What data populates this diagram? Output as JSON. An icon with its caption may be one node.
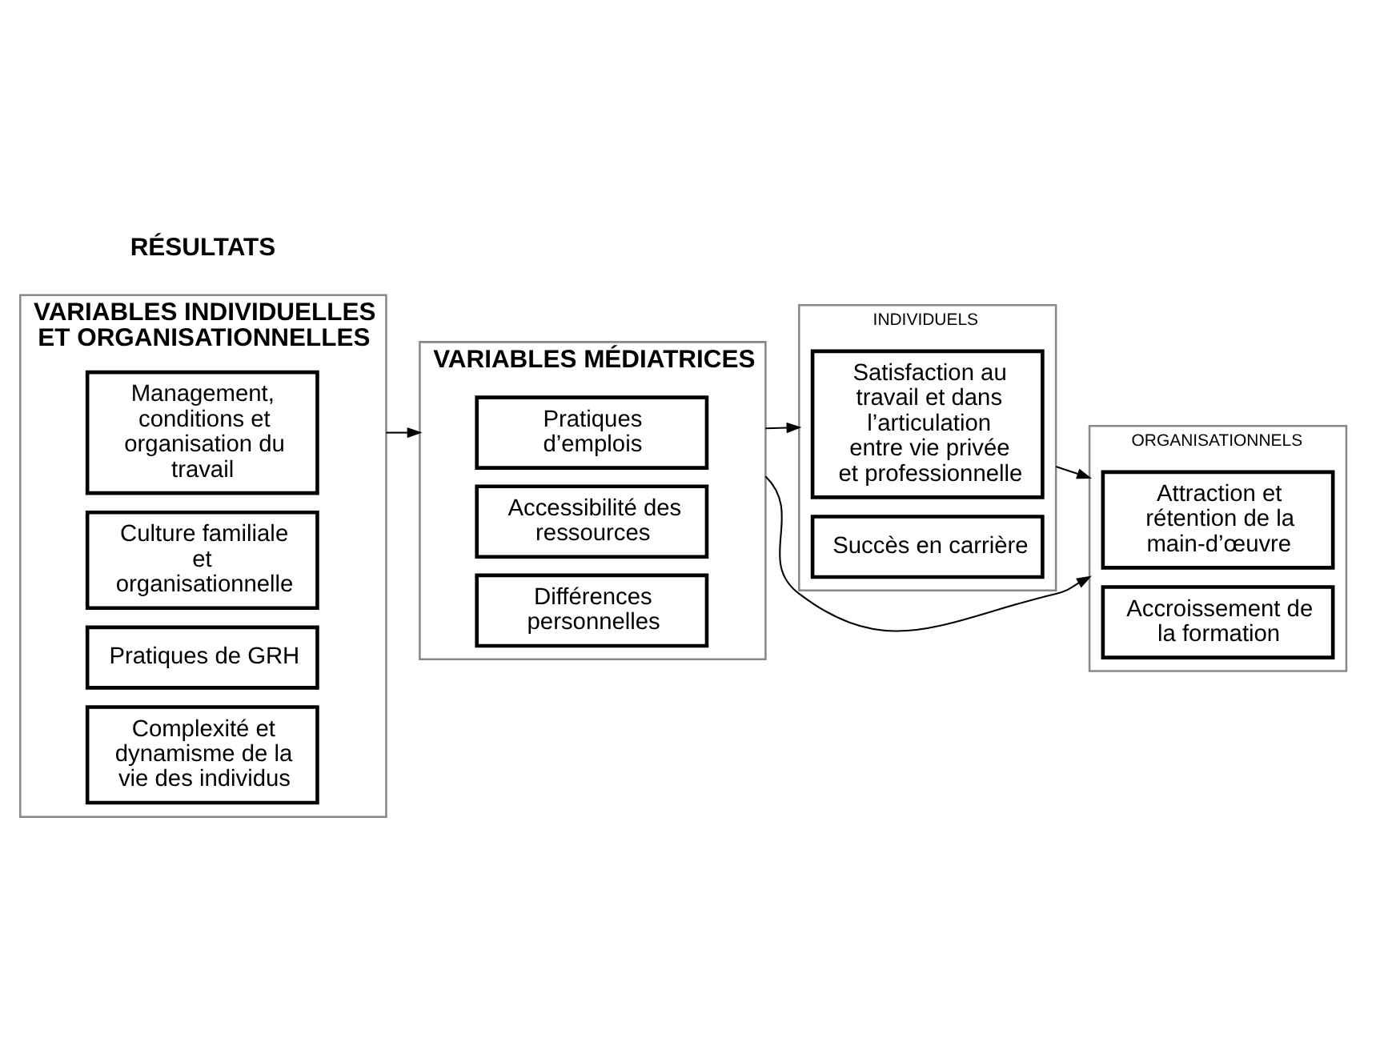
{
  "diagram": {
    "nodes": [
      {
        "text": [
          "VARIABLES INDIVIDUELLES ET ORGANISATIONNELLES"
        ]
      },
      {
        "text": [
          "Management, conditions et organisation du travail"
        ],
        "in": 0
      },
      {
        "text": [
          "Culture familiale et organisationnelle"
        ],
        "in": 0
      },
      {
        "text": [
          "Pratiques de GRH"
        ],
        "in": 0
      },
      {
        "text": [
          "Complexité et dynamisme de la vie des individus"
        ],
        "in": 0
      },
      {
        "text": [
          "VARIABLES MÉDIATRICES"
        ]
      },
      {
        "text": [
          "Pratiques d’emplois"
        ],
        "in": 5
      },
      {
        "text": [
          "Accessibilité des ressources"
        ],
        "in": 5
      },
      {
        "text": [
          "Différences personnelles"
        ],
        "in": 5
      },
      {
        "text": [
          "INDIVIDUELS"
        ]
      },
      {
        "text": [
          "Satisfaction au travail et dans l’articulation entre vie privée et professionnelle"
        ],
        "in": 9
      },
      {
        "text": [
          "Succès en carrière"
        ],
        "in": 9
      },
      {
        "text": [
          "ORGANISATIONNELS"
        ]
      },
      {
        "text": [
          "Attraction et rétention de la main-d’œuvre"
        ],
        "in": 12
      },
      {
        "text": [
          "Accroissement de la formation"
        ],
        "in": 12
      }
    ],
    "edges": [
      {
        "from": 0,
        "to": 5,
        "arrow": "to"
      },
      {
        "from": 5,
        "to": 9,
        "arrow": "to"
      },
      {
        "from": 5,
        "to": 12,
        "arrow": "to"
      },
      {
        "from": 9,
        "to": 12,
        "arrow": "to"
      }
    ],
    "labels": [
      "RÉSULTATS"
    ]
  }
}
